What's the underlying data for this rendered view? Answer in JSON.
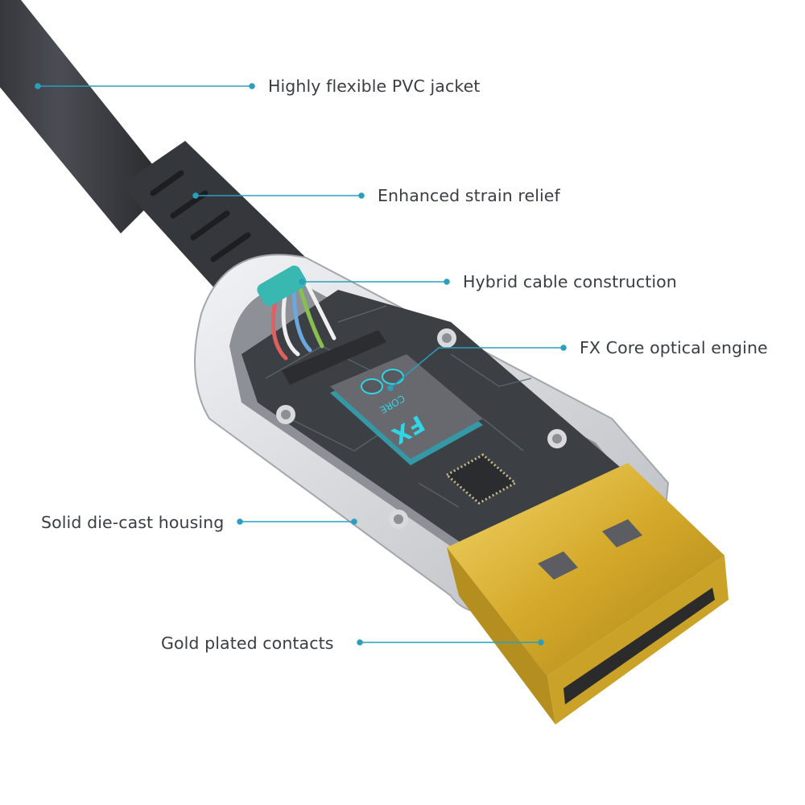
{
  "colors": {
    "callout": "#2b9fbd",
    "cable": "#3b3e43",
    "housing": "#d9dbde",
    "pcb": "#3a3d42",
    "glow": "#2fd6e6",
    "gold": "#d9b233"
  },
  "chip": {
    "brand_line1": "FX",
    "brand_line2": "CORE"
  },
  "callouts": [
    {
      "label": "Highly flexible PVC jacket"
    },
    {
      "label": "Enhanced strain relief"
    },
    {
      "label": "Hybrid cable construction"
    },
    {
      "label": "FX Core optical engine"
    },
    {
      "label": "Solid die-cast housing"
    },
    {
      "label": "Gold plated contacts"
    }
  ]
}
